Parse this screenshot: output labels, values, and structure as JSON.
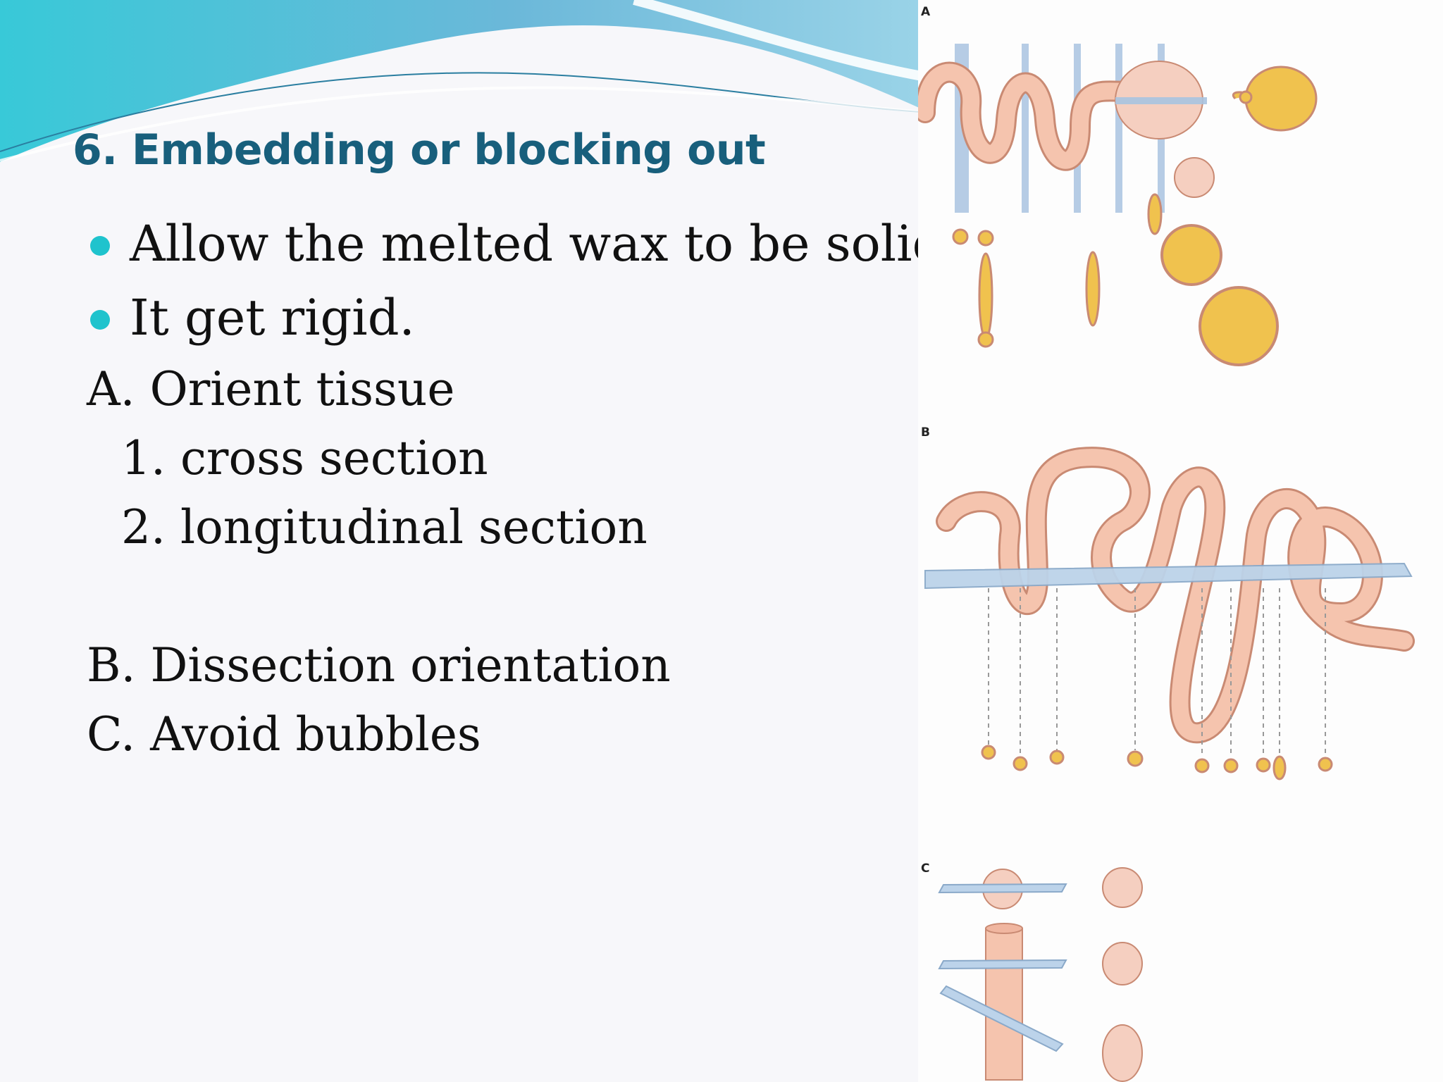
{
  "slide": {
    "title": "6. Embedding or blocking out",
    "bullets": [
      "Allow the melted wax to be solidify.",
      "It get rigid."
    ],
    "orient_heading": "A. Orient tissue",
    "orient_items": [
      "1. cross section",
      "2. longitudinal section"
    ],
    "points": [
      "B. Dissection orientation",
      "C. Avoid bubbles"
    ]
  },
  "figure": {
    "panels": [
      "A",
      "B",
      "C"
    ]
  },
  "colors": {
    "title": "#185f7c",
    "bullet": "#1fc3cd",
    "tissue": "#f5c4ae",
    "tissue_outline": "#c98a73",
    "plane": "#a9c3e0",
    "yolk": "#f0c24e"
  }
}
